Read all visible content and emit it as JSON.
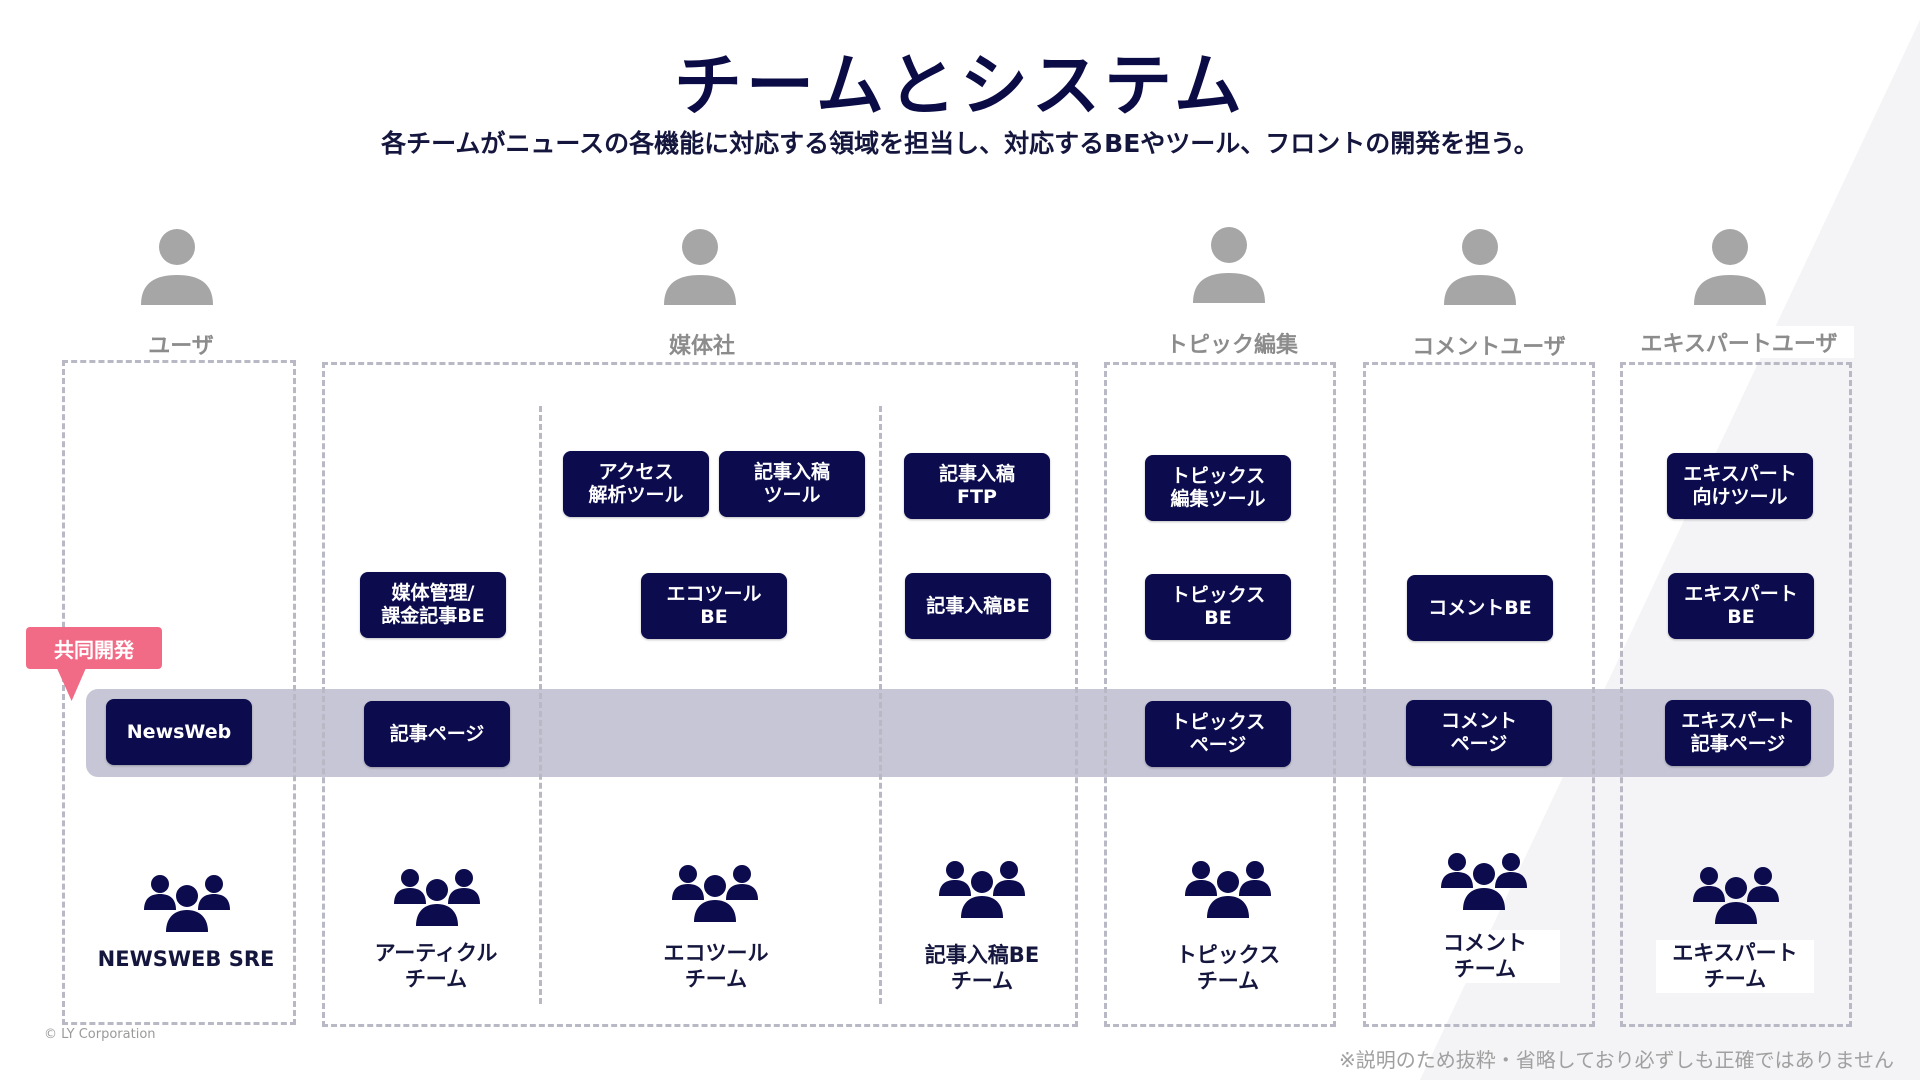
{
  "header": {
    "title": "チームとシステム",
    "subtitle": "各チームがニュースの各機能に対応する領域を担当し、対応するBEやツール、フロントの開発を担う。"
  },
  "roles": {
    "user": "ユーザ",
    "media": "媒体社",
    "topics": "トピック編集",
    "comment_user": "コメントユーザ",
    "expert_user": "エキスパートユーザ"
  },
  "systems": {
    "access_tool": "アクセス\n解析ツール",
    "submission_tool": "記事入稿\nツール",
    "submission_ftp": "記事入稿\nFTP",
    "topics_tool": "トピックス\n編集ツール",
    "expert_tool": "エキスパート\n向けツール",
    "media_be": "媒体管理/\n課金記事BE",
    "eco_be": "エコツール\nBE",
    "submission_be": "記事入稿BE",
    "topics_be": "トピックス\nBE",
    "comment_be": "コメントBE",
    "expert_be": "エキスパート\nBE",
    "newsweb": "NewsWeb",
    "article_page": "記事ページ",
    "topics_page": "トピックス\nページ",
    "comment_page": "コメント\nページ",
    "expert_page": "エキスパート\n記事ページ"
  },
  "badge": "共同開発",
  "teams": {
    "sre": "NEWSWEB SRE",
    "article": "アーティクル\nチーム",
    "eco": "エコツール\nチーム",
    "submission": "記事入稿BE\nチーム",
    "topics": "トピックス\nチーム",
    "comment": "コメント\nチーム",
    "expert": "エキスパート\nチーム"
  },
  "footer": {
    "copyright": "© LY Corporation",
    "note": "※説明のため抜粋・省略しており必ずしも正確ではありません"
  },
  "colors": {
    "box": "#0b0b4e",
    "band": "#c6c6d6",
    "badge": "#f26b86",
    "person": "#a6a6a6",
    "dashed": "#b9b9c6"
  }
}
